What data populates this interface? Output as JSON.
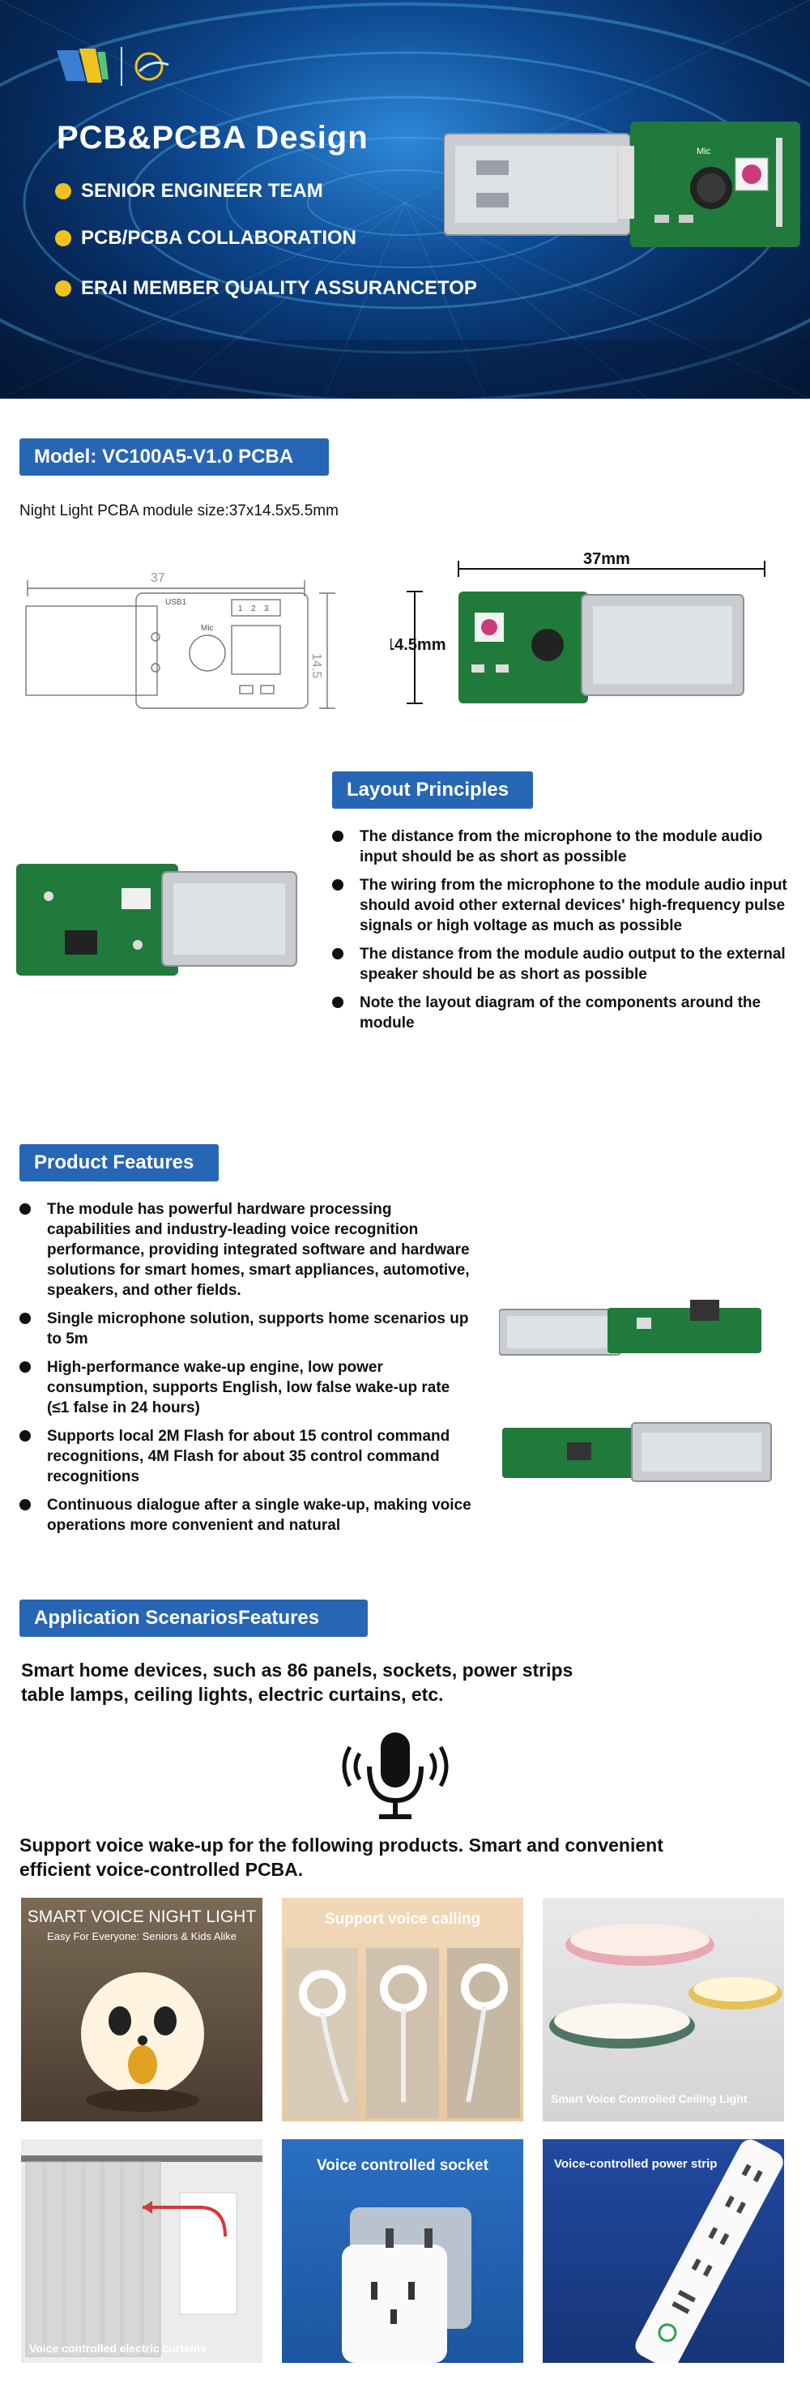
{
  "hero": {
    "title": "PCB&PCBA Design",
    "bullets": [
      "SENIOR ENGINEER TEAM",
      "PCB/PCBA COLLABORATION",
      "ERAI MEMBER QUALITY ASSURANCETOP"
    ],
    "board_label": "Mic"
  },
  "model": {
    "heading": "Model: VC100A5-V1.0 PCBA",
    "size_text": "Night Light PCBA module size:37x14.5x5.5mm",
    "drawing": {
      "length_label": "37",
      "width_label": "14.5",
      "usb_label": "USB1",
      "mic_label": "Mic",
      "pins": [
        "1",
        "2",
        "3"
      ]
    },
    "photo": {
      "length_label": "37mm",
      "width_label": "14.5mm"
    }
  },
  "layout": {
    "heading": "Layout Principles",
    "items": [
      "The distance from the microphone to the module audio input should be as short as possible",
      "The wiring from the microphone to the module audio input should avoid other external devices' high-frequency pulse signals or high voltage as much as possible",
      "The distance from the module audio output to the external speaker should be as short as possible",
      "Note the layout diagram of the components around the module"
    ]
  },
  "features": {
    "heading": "Product Features",
    "items": [
      "The module has powerful hardware processing capabilities and industry-leading voice recognition performance, providing integrated software and hardware solutions for smart homes, smart appliances, automotive, speakers, and other fields.",
      "Single microphone solution, supports home scenarios up to 5m",
      "High-performance wake-up engine, low power consumption, supports English, low false wake-up rate (≤1 false in 24 hours)",
      "Supports local 2M Flash for about 15 control command recognitions, 4M Flash for about 35 control command recognitions",
      "Continuous dialogue after a single wake-up, making voice operations more convenient and natural"
    ]
  },
  "scenarios": {
    "heading": "Application ScenariosFeatures",
    "intro_line1": "Smart home devices, such as 86 panels, sockets, power strips",
    "intro_line2": "table lamps, ceiling lights, electric curtains, etc.",
    "support_line1": "Support voice wake-up for the following products. Smart and convenient",
    "support_line2": "efficient voice-controlled PCBA.",
    "tiles": [
      {
        "title": "SMART VOICE NIGHT LIGHT",
        "subtitle": "Easy For Everyone: Seniors & Kids Alike"
      },
      {
        "title": "Support voice calling"
      },
      {
        "title": "Smart Voice Controlled Ceiling Light"
      },
      {
        "title": "Voice controlled electric curtains"
      },
      {
        "title": "Voice controlled socket"
      },
      {
        "title": "Voice-controlled power strip"
      }
    ]
  },
  "colors": {
    "accent_blue": "#2766b4",
    "hero_dot": "#f2c21e",
    "pcb_green": "#1f7a3c"
  }
}
